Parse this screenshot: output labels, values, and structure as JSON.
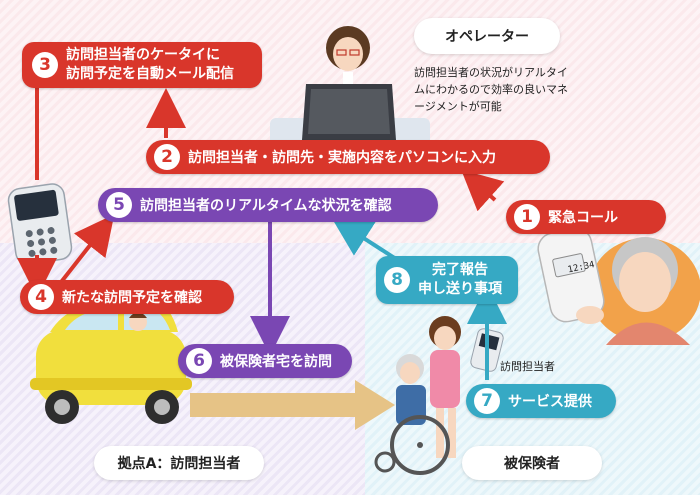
{
  "operator": {
    "title": "オペレーター",
    "description": "訪問担当者の状況がリアルタイムにわかるので効率の良いマネージメントが可能"
  },
  "steps": [
    {
      "num": "1",
      "label": "緊急コール",
      "color": "#d9362b"
    },
    {
      "num": "2",
      "label": "訪問担当者・訪問先・実施内容をパソコンに入力",
      "color": "#d9362b"
    },
    {
      "num": "3",
      "line1": "訪問担当者のケータイに",
      "line2": "訪問予定を自動メール配信",
      "color": "#d9362b"
    },
    {
      "num": "4",
      "label": "新たな訪問予定を確認",
      "color": "#d9362b"
    },
    {
      "num": "5",
      "label": "訪問担当者のリアルタイムな状況を確認",
      "color": "#7a47b3"
    },
    {
      "num": "6",
      "label": "被保険者宅を訪問",
      "color": "#7a47b3"
    },
    {
      "num": "7",
      "label": "サービス提供",
      "color": "#36a9c4"
    },
    {
      "num": "8",
      "line1": "完了報告",
      "line2": "申し送り事項",
      "color": "#36a9c4"
    }
  ],
  "areas": {
    "base": "拠点A：訪問担当者",
    "insured": "被保険者"
  },
  "staff_label": "訪問担当者",
  "phone_screen": {
    "time": "12:34"
  }
}
